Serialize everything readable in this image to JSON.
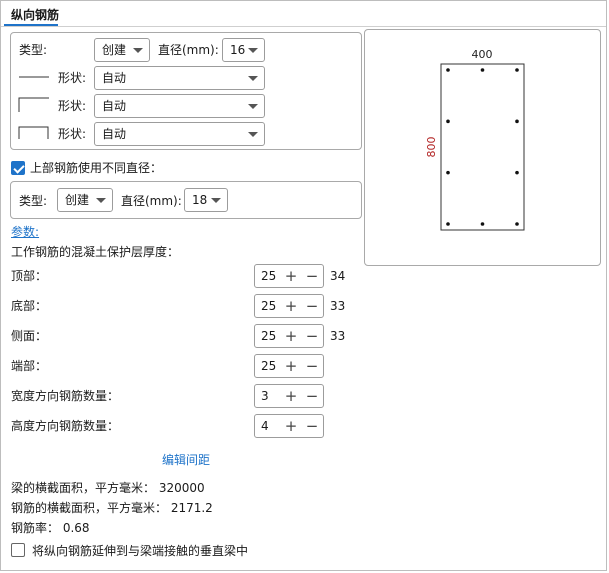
{
  "tab": {
    "title": "纵向钢筋"
  },
  "main_bar": {
    "type_label": "类型:",
    "type_value": "创建",
    "diameter_label": "直径(mm):",
    "diameter_value": "16",
    "shape_label": "形状:",
    "shapes": [
      {
        "icon": "straight-bar-icon",
        "value": "自动"
      },
      {
        "icon": "one-hook-bar-icon",
        "value": "自动"
      },
      {
        "icon": "two-hook-bar-icon",
        "value": "自动"
      }
    ]
  },
  "top_bar": {
    "checkbox_label": "上部钢筋使用不同直径：",
    "checked": true,
    "type_label": "类型:",
    "type_value": "创建",
    "diameter_label": "直径(mm):",
    "diameter_value": "18"
  },
  "params_link": "参数:",
  "cover": {
    "heading": "工作钢筋的混凝土保护层厚度：",
    "rows": [
      {
        "label": "顶部：",
        "value": "25",
        "extra": "34"
      },
      {
        "label": "底部：",
        "value": "25",
        "extra": "33"
      },
      {
        "label": "侧面：",
        "value": "25",
        "extra": "33"
      },
      {
        "label": "端部：",
        "value": "25",
        "extra": ""
      },
      {
        "label": "宽度方向钢筋数量：",
        "value": "3",
        "extra": ""
      },
      {
        "label": "高度方向钢筋数量：",
        "value": "4",
        "extra": ""
      }
    ]
  },
  "edit_spacing": "编辑间距",
  "summary": {
    "beam_area": "梁的横截面积，平方毫米： 320000",
    "rebar_area": "钢筋的横截面积，平方毫米： 2171.2",
    "ratio": "钢筋率： 0.68"
  },
  "extend": {
    "label": "将纵向钢筋延伸到与梁端接触的垂直梁中",
    "checked": false
  },
  "preview": {
    "width_label": "400",
    "height_label": "800",
    "dim_color": "#b22222",
    "bars_across": 3,
    "bars_height": 4
  }
}
